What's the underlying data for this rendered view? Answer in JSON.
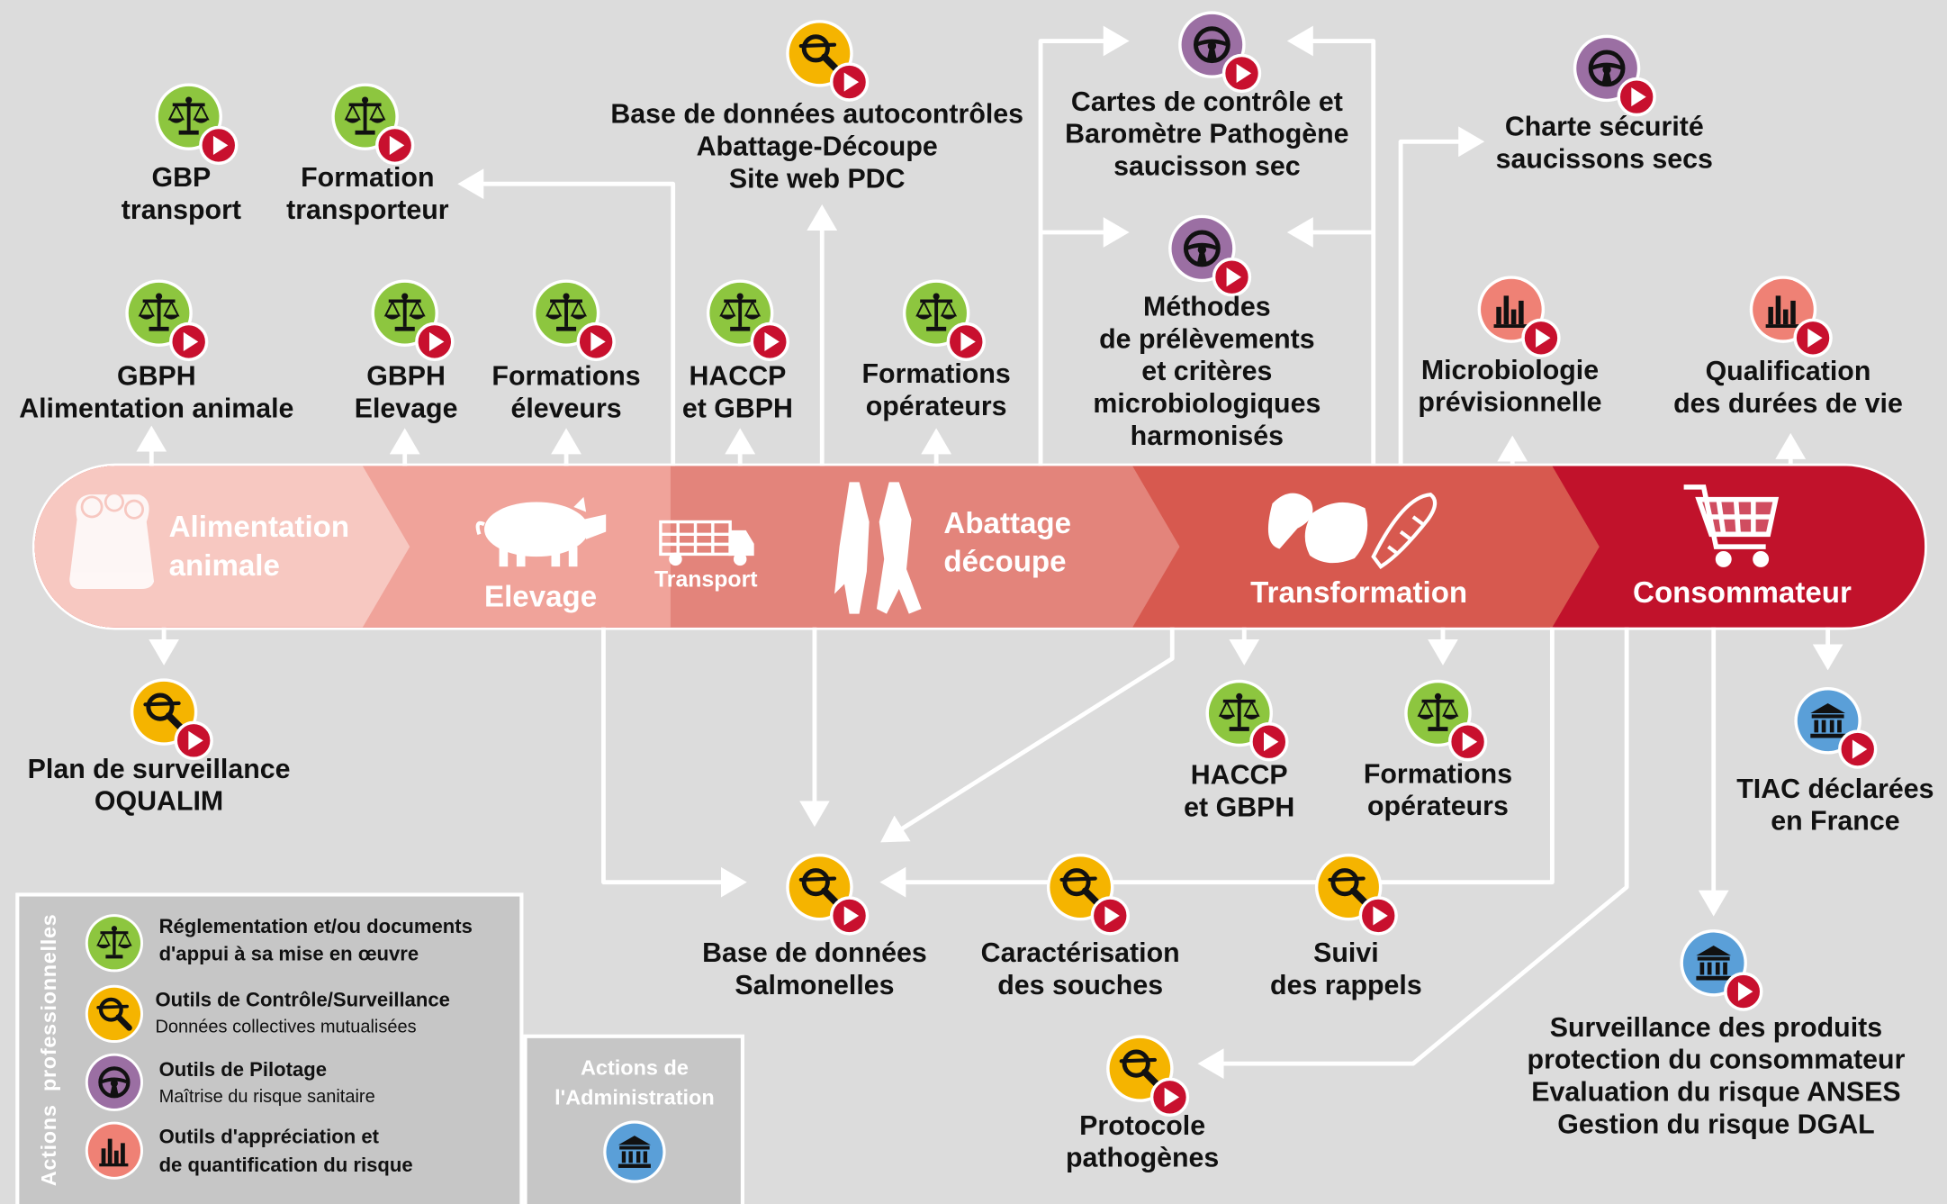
{
  "stages": {
    "alimentation": [
      "Alimentation",
      "animale"
    ],
    "elevage": "Elevage",
    "transport": "Transport",
    "abattage": [
      "Abattage",
      "découpe"
    ],
    "transformation": "Transformation",
    "consommateur": "Consommateur"
  },
  "nodes": [
    {
      "id": "gbp-transport",
      "type": "reglementation",
      "lines": [
        "GBP",
        "transport"
      ]
    },
    {
      "id": "formation-transporteur",
      "type": "reglementation",
      "lines": [
        "Formation",
        "transporteur"
      ]
    },
    {
      "id": "gbph-alimentation",
      "type": "reglementation",
      "lines": [
        "GBPH",
        "Alimentation animale"
      ]
    },
    {
      "id": "gbph-elevage",
      "type": "reglementation",
      "lines": [
        "GBPH",
        "Elevage"
      ]
    },
    {
      "id": "formations-eleveurs",
      "type": "reglementation",
      "lines": [
        "Formations",
        "éleveurs"
      ]
    },
    {
      "id": "haccp-abattage",
      "type": "reglementation",
      "lines": [
        "HACCP",
        "et GBPH"
      ]
    },
    {
      "id": "base-autocontroles",
      "type": "controle",
      "lines": [
        "Base de données autocontrôles",
        "Abattage-Découpe",
        "Site web PDC"
      ]
    },
    {
      "id": "formations-operateurs-abattage",
      "type": "reglementation",
      "lines": [
        "Formations",
        "opérateurs"
      ]
    },
    {
      "id": "cartes-controle",
      "type": "pilotage",
      "lines": [
        "Cartes de contrôle et",
        "Baromètre Pathogène",
        "saucisson sec"
      ]
    },
    {
      "id": "methodes-prelevements",
      "type": "pilotage",
      "lines": [
        "Méthodes",
        "de prélèvements",
        "et critères",
        "microbiologiques",
        "harmonisés"
      ]
    },
    {
      "id": "charte-securite",
      "type": "pilotage",
      "lines": [
        "Charte sécurité",
        "saucissons secs"
      ]
    },
    {
      "id": "microbiologie",
      "type": "appreciation",
      "lines": [
        "Microbiologie",
        "prévisionnelle"
      ]
    },
    {
      "id": "qualification",
      "type": "appreciation",
      "lines": [
        "Qualification",
        "des durées de vie"
      ]
    },
    {
      "id": "plan-surveillance",
      "type": "controle",
      "lines": [
        "Plan de surveillance",
        "OQUALIM"
      ]
    },
    {
      "id": "haccp-transformation",
      "type": "reglementation",
      "lines": [
        "HACCP",
        "et GBPH"
      ]
    },
    {
      "id": "formations-operateurs-transformation",
      "type": "reglementation",
      "lines": [
        "Formations",
        "opérateurs"
      ]
    },
    {
      "id": "tiac",
      "type": "administration",
      "lines": [
        "TIAC déclarées",
        "en France"
      ]
    },
    {
      "id": "base-salmonelles",
      "type": "controle",
      "lines": [
        "Base de données",
        "Salmonelles"
      ]
    },
    {
      "id": "caracterisation",
      "type": "controle",
      "lines": [
        "Caractérisation",
        "des souches"
      ]
    },
    {
      "id": "suivi-rappels",
      "type": "controle",
      "lines": [
        "Suivi",
        "des rappels"
      ]
    },
    {
      "id": "protocole",
      "type": "controle",
      "lines": [
        "Protocole",
        "pathogènes"
      ]
    },
    {
      "id": "surveillance-produits",
      "type": "administration",
      "lines": [
        "Surveillance des produits",
        "protection du consommateur",
        "Evaluation du risque ANSES",
        "Gestion du risque DGAL"
      ]
    }
  ],
  "legend": {
    "side_title": "Actions  professionnelles",
    "items": [
      {
        "type": "reglementation",
        "title": [
          "Réglementation et/ou documents",
          "d'appui à sa mise en œuvre"
        ],
        "subtitle": ""
      },
      {
        "type": "controle",
        "title": [
          "Outils de Contrôle/Surveillance"
        ],
        "subtitle": "Données collectives mutualisées"
      },
      {
        "type": "pilotage",
        "title": [
          "Outils de Pilotage"
        ],
        "subtitle": "Maîtrise du risque sanitaire"
      },
      {
        "type": "appreciation",
        "title": [
          "Outils d'appréciation et",
          "de quantification du risque"
        ],
        "subtitle": ""
      }
    ],
    "administration_title": [
      "Actions de",
      "l'Administration"
    ]
  },
  "colors": {
    "background": "#dcdcdc",
    "reglementation": "#8dc63f",
    "controle": "#f5b400",
    "pilotage": "#9b6fa3",
    "appreciation": "#ef8175",
    "administration": "#5a9fd8",
    "play": "#c8102e",
    "stage_alimentation": "#f7c8c1",
    "stage_elevage": "#f0a39a",
    "stage_abattage": "#e3847b",
    "stage_transformation": "#d7594f",
    "stage_consommateur": "#c1122b"
  }
}
